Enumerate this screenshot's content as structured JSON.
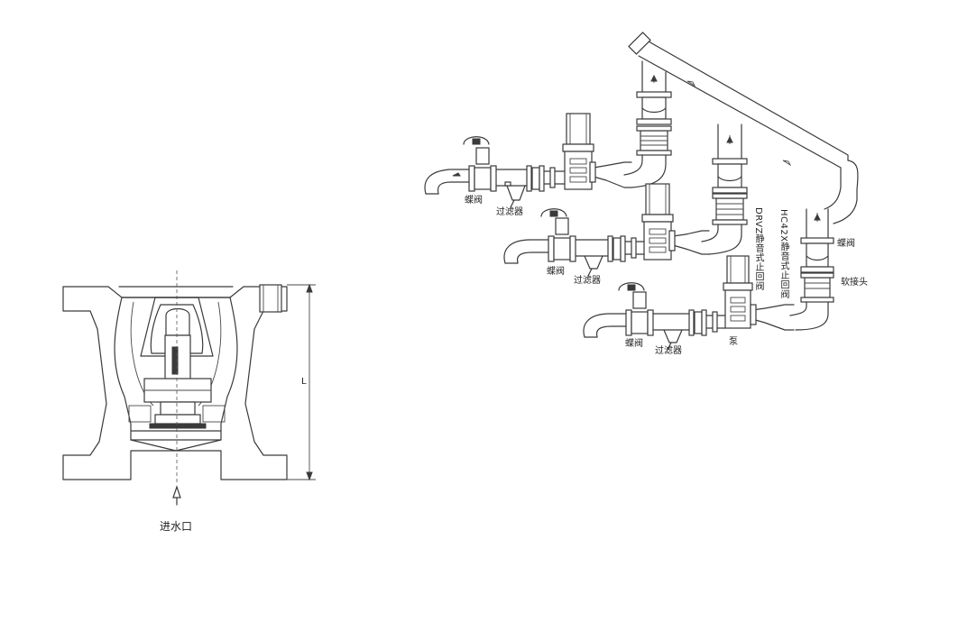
{
  "labels": {
    "inlet": "进水口",
    "dim_l": "L",
    "butterfly_valve": "蝶阀",
    "filter": "过滤器",
    "pump": "泵",
    "soft_joint": "软接头",
    "drvz": "DRVZ静音式止回阀",
    "hc42x": "HC42X静音式止回阀"
  },
  "colors": {
    "line": "#3a3a3a",
    "background": "#ffffff"
  }
}
